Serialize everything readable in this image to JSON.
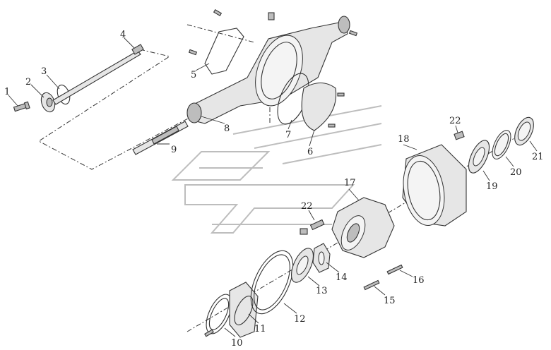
{
  "labels": [
    {
      "id": "1",
      "text": "1"
    },
    {
      "id": "2",
      "text": "2"
    },
    {
      "id": "3",
      "text": "3"
    },
    {
      "id": "4",
      "text": "4"
    },
    {
      "id": "5",
      "text": "5"
    },
    {
      "id": "6",
      "text": "6"
    },
    {
      "id": "7",
      "text": "7"
    },
    {
      "id": "8",
      "text": "8"
    },
    {
      "id": "9",
      "text": "9"
    },
    {
      "id": "10",
      "text": "10"
    },
    {
      "id": "11",
      "text": "11"
    },
    {
      "id": "12",
      "text": "12"
    },
    {
      "id": "13",
      "text": "13"
    },
    {
      "id": "14",
      "text": "14"
    },
    {
      "id": "15",
      "text": "15"
    },
    {
      "id": "16",
      "text": "16"
    },
    {
      "id": "17",
      "text": "17"
    },
    {
      "id": "18",
      "text": "18"
    },
    {
      "id": "19",
      "text": "19"
    },
    {
      "id": "20",
      "text": "20"
    },
    {
      "id": "21",
      "text": "21"
    },
    {
      "id": "22a",
      "text": "22"
    },
    {
      "id": "22b",
      "text": "22"
    }
  ]
}
